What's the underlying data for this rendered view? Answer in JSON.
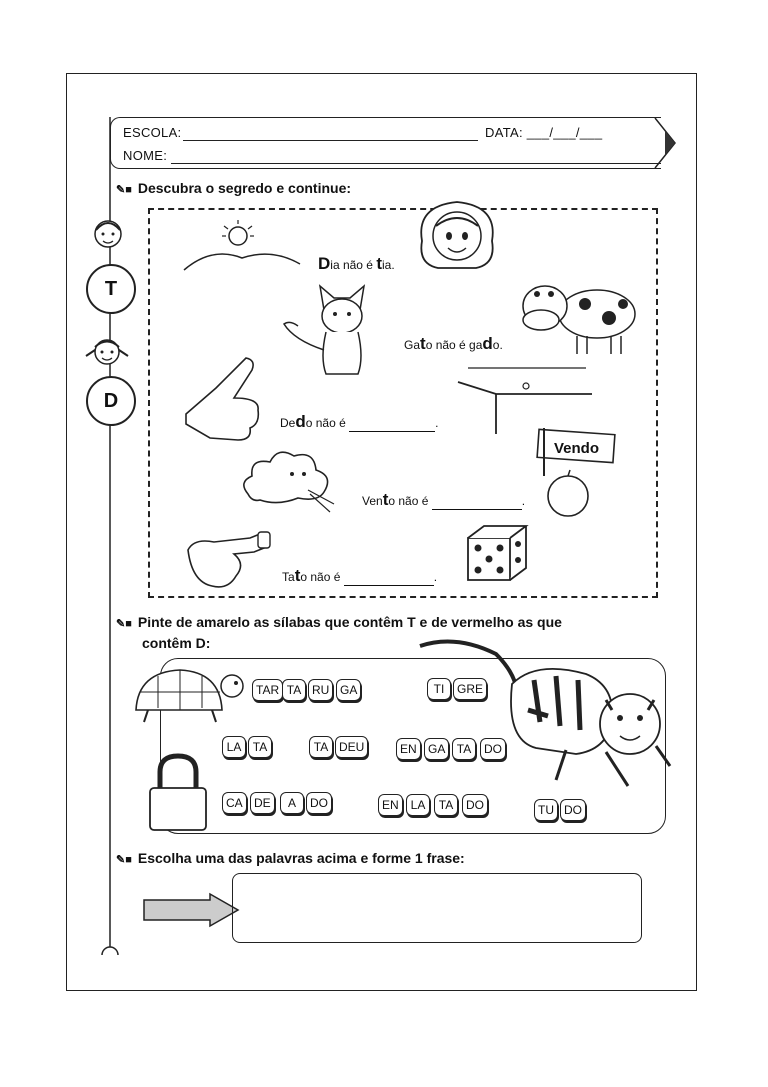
{
  "header": {
    "school_label": "ESCOLA:",
    "date_label": "DATA: ___/___/___",
    "name_label": "NOME:"
  },
  "side_letters": [
    "T",
    "D"
  ],
  "section1": {
    "title": "Descubra o segredo e continue:",
    "phrases": [
      {
        "pre": "",
        "big": "D",
        "mid": "ia não é ",
        "big2": "t",
        "post": "ia.",
        "blank": false
      },
      {
        "pre": "Ga",
        "big": "t",
        "mid": "o não é ga",
        "big2": "d",
        "post": "o.",
        "blank": false
      },
      {
        "pre": "De",
        "big": "d",
        "mid": "o não é ",
        "big2": "",
        "post": ".",
        "blank": true
      },
      {
        "pre": "Ven",
        "big": "t",
        "mid": "o não é ",
        "big2": "",
        "post": ".",
        "blank": true
      },
      {
        "pre": "Ta",
        "big": "t",
        "mid": "o não é ",
        "big2": "",
        "post": ".",
        "blank": true
      }
    ],
    "sign_text": "Vendo"
  },
  "section2": {
    "title_line1": "Pinte de amarelo as sílabas que contêm T e de vermelho as que",
    "title_line2": "contêm D:",
    "words": [
      [
        "TAR",
        "TA",
        "RU",
        "GA"
      ],
      [
        "TI",
        "GRE"
      ],
      [
        "LA",
        "TA"
      ],
      [
        "TA",
        "DEU"
      ],
      [
        "EN",
        "GA",
        "TA",
        "DO"
      ],
      [
        "CA",
        "DE",
        "A",
        "DO"
      ],
      [
        "EN",
        "LA",
        "TA",
        "DO"
      ],
      [
        "TU",
        "DO"
      ]
    ]
  },
  "section3": {
    "title": "Escolha uma das palavras acima e forme 1 frase:"
  },
  "icons": {
    "bullet": "pencil-bullet-icon",
    "arrow": "right-arrow-icon"
  }
}
